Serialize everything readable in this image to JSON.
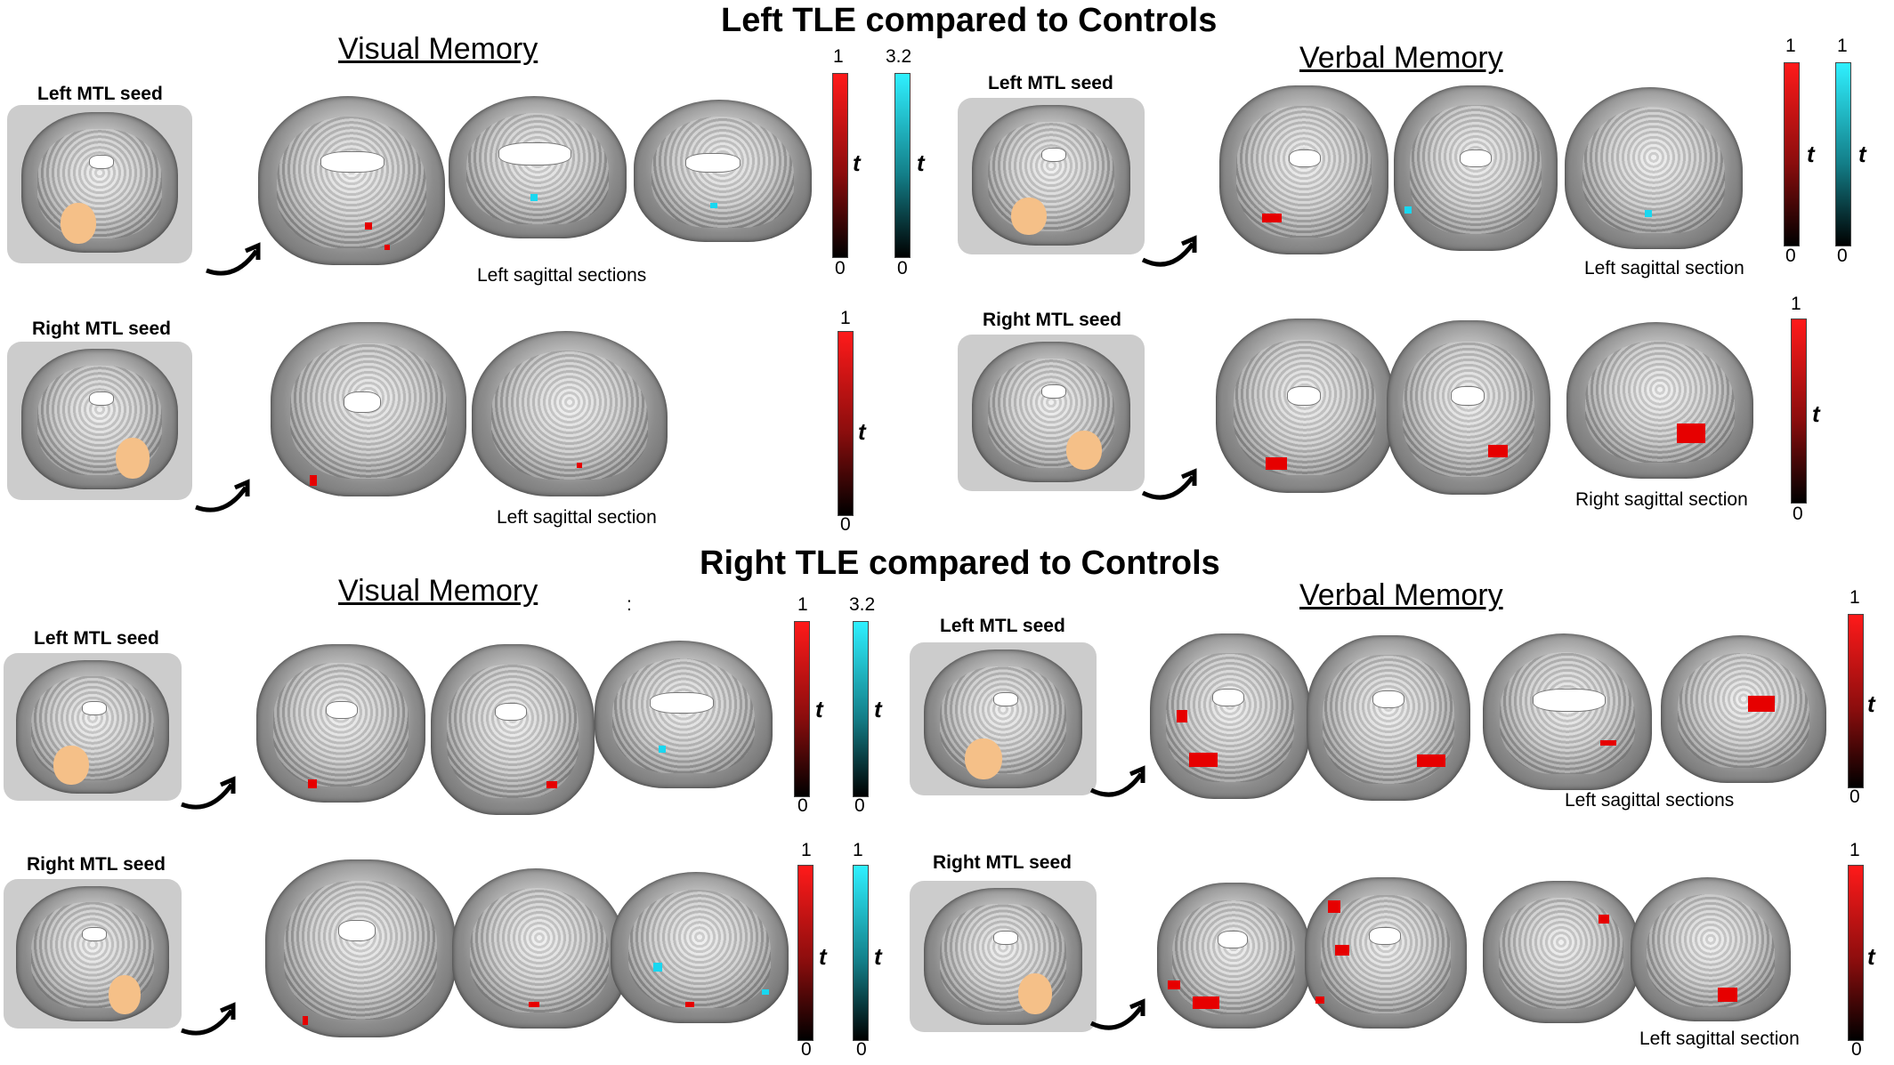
{
  "titles": {
    "left_tle": "Left TLE compared to Controls",
    "right_tle": "Right TLE compared to Controls"
  },
  "memory": {
    "visual": "Visual Memory",
    "verbal": "Verbal Memory"
  },
  "seeds": {
    "left": "Left MTL seed",
    "right": "Right MTL seed"
  },
  "captions": {
    "left_sagittal_sections": "Left sagittal sections",
    "left_sagittal_section": "Left sagittal section",
    "right_sagittal_section": "Right sagittal section"
  },
  "colorbars": {
    "t_label": "t",
    "low": "0",
    "high_1": "1",
    "high_3_2": "3.2"
  },
  "colors": {
    "positive": "#e60000",
    "negative": "#19d7f0",
    "seed_roi": "#f5c088",
    "seed_panel": "#cccccc"
  },
  "stray_marks": {
    "colon": ":"
  }
}
